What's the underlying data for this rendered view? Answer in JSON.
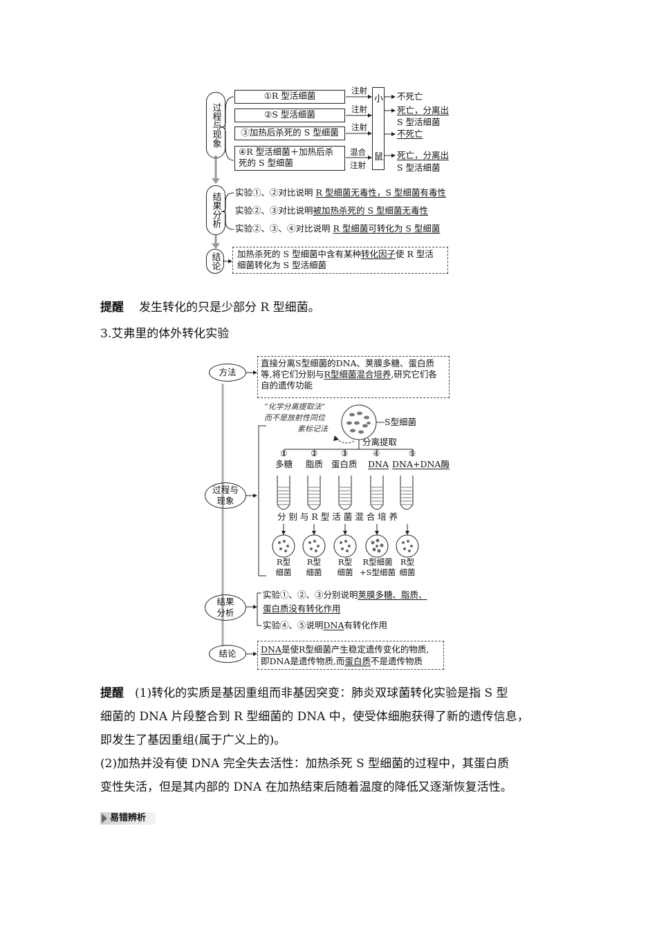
{
  "griffith": {
    "side": {
      "process": "过程与现象",
      "result": "结果分析",
      "conclusion": "结论"
    },
    "groups": [
      "①R 型活细菌",
      "②S 型活细菌",
      "③加热后杀死的 S 型细菌",
      "④R 型活细菌＋加热后杀死的 S 型细菌"
    ],
    "group4_line1": "④R 型活细菌＋加热后杀",
    "group4_line2": "死的 S 型细菌",
    "actions": [
      "注射",
      "注射",
      "注射",
      "混合",
      "注射"
    ],
    "mouse": {
      "top": "小",
      "bottom": "鼠"
    },
    "outcomes": [
      "不死亡",
      "死亡，分离出",
      "S 型活细菌",
      "不死亡",
      "死亡，分离出",
      "S 型活细菌"
    ],
    "results": [
      {
        "pre": "实验①、②对比说明 ",
        "u": "R 型细菌无毒性，S 型细菌有毒性"
      },
      {
        "pre": "实验②、③对比说明",
        "u": "被加热杀死的 S 型细菌无毒性"
      },
      {
        "pre": "实验②、③、④对比说明 ",
        "u": "R 型细菌可转化为 S 型细菌"
      }
    ],
    "conclusion_l1_pre": "加热杀死的 S 型细菌中含有某种",
    "conclusion_l1_u": "转化因子",
    "conclusion_l1_post": "使 R 型活",
    "conclusion_l2": "细菌转化为 S 型活细菌"
  },
  "tip1": {
    "label": "提醒",
    "text": "发生转化的只是少部分 R 型细菌。"
  },
  "section3": "3.艾弗里的体外转化实验",
  "avery": {
    "method_label": "方法",
    "method_l1": "直接分离S型细菌的DNA、荚膜多糖、蛋白质",
    "method_l2_pre": "等,将它们分别与",
    "method_l2_u": "R型细菌混合培养",
    "method_l2_post": ",研究它们各",
    "method_l3": "自的遗传功能",
    "handnote_l1": "“化学分离提取法”",
    "handnote_l2": "而不是放射性同位",
    "handnote_l3": "素标记法",
    "s_label": "S型细菌",
    "extract_label": "分离提取",
    "process_label_l1": "过程与",
    "process_label_l2": "现象",
    "nums": [
      "①",
      "②",
      "③",
      "④",
      "⑤"
    ],
    "components": [
      "多糖",
      "脂质",
      "蛋白质",
      "DNA",
      "DNA+DNA酶"
    ],
    "mix_text": "分 别 与 R 型 活 菌 混 合 培 养",
    "plate_l1": [
      "R型",
      "R型",
      "R型",
      "R型细菌",
      "R型"
    ],
    "plate_l2": [
      "细菌",
      "细菌",
      "细菌",
      "+S型细菌",
      "细菌"
    ],
    "result_label_l1": "结果",
    "result_label_l2": "分析",
    "r1_pre": "实验①、②、③分别说明",
    "r1_u": "荚膜多糖、脂质、",
    "r2_u": "蛋白质没有转化作用",
    "r3_pre": "实验④、⑤说明",
    "r3_u": "DNA",
    "r3_post": "有转化作用",
    "conclusion_label": "结论",
    "c1_u": "DNA",
    "c1_post": "是使R型细菌产生稳定遗传变化的物质,",
    "c2_pre": "即DNA是遗传物质,而",
    "c2_u": "蛋白质",
    "c2_post": "不是遗传物质"
  },
  "tip2": {
    "label": "提醒",
    "l1": "(1)转化的实质是基因重组而非基因突变：肺炎双球菌转化实验是指 S 型",
    "l2": "细菌的 DNA 片段整合到 R 型细菌的 DNA 中，使受体细胞获得了新的遗传信息，",
    "l3": "即发生了基因重组(属于广义上的)。",
    "l4": "(2)加热并没有使 DNA 完全失去活性：加热杀死 S 型细菌的过程中，其蛋白质",
    "l5": "变性失活，但是其内部的 DNA 在加热结束后随着温度的降低又逐渐恢复活性。"
  },
  "footer_tag": "易错辨析"
}
